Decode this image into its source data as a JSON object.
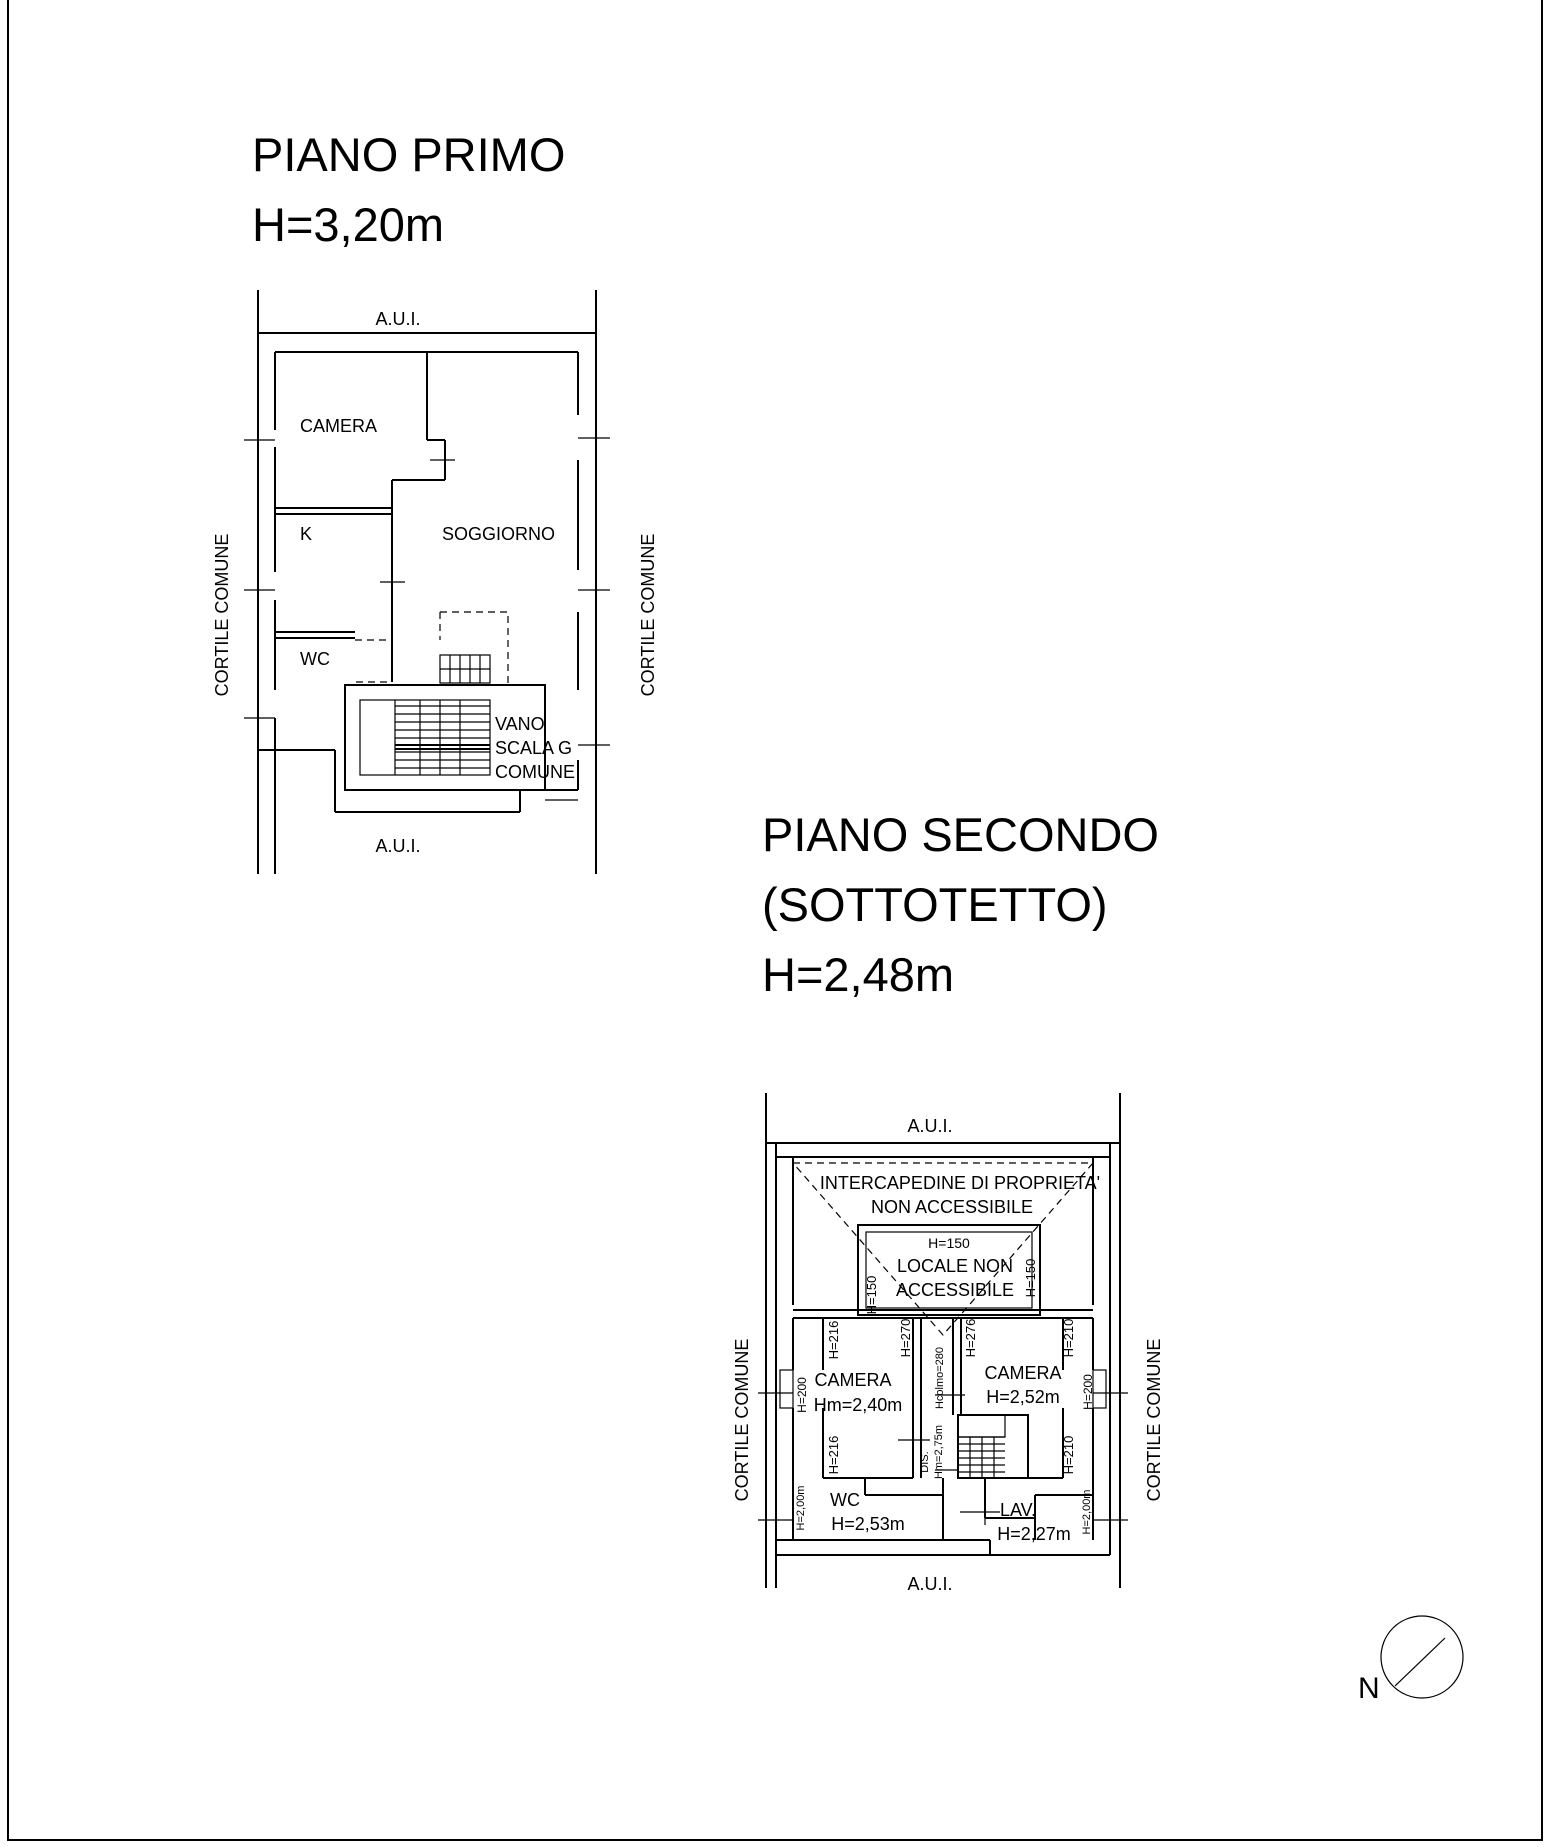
{
  "sheet": {
    "border_color": "#000000",
    "background": "#ffffff"
  },
  "first_floor": {
    "title": "PIANO PRIMO",
    "height": "H=3,20m",
    "label_top": "A.U.I.",
    "label_bottom": "A.U.I.",
    "label_left": "CORTILE COMUNE",
    "label_right": "CORTILE COMUNE",
    "rooms": {
      "camera": "CAMERA",
      "k": "K",
      "soggiorno": "SOGGIORNO",
      "wc": "WC",
      "vano_line1": "VANO",
      "vano_line2": "SCALA G",
      "vano_line3": "COMUNE"
    }
  },
  "second_floor": {
    "title_line1": "PIANO SECONDO",
    "title_line2": "(SOTTOTETTO)",
    "height": "H=2,48m",
    "label_top": "A.U.I.",
    "label_bottom": "A.U.I.",
    "label_left": "CORTILE COMUNE",
    "label_right": "CORTILE COMUNE",
    "rooms": {
      "intercapedine_line1": "INTERCAPEDINE DI PROPRIETA'",
      "intercapedine_line2": "NON ACCESSIBILE",
      "locale_line1": "LOCALE NON",
      "locale_line2": "ACCESSIBILE",
      "camera_left": "CAMERA",
      "camera_left_h": "Hm=2,40m",
      "camera_right": "CAMERA",
      "camera_right_h": "H=2,52m",
      "wc": "WC",
      "wc_h": "H=2,53m",
      "lav": "LAV.",
      "lav_h": "H=2,27m",
      "dis": "DIS.",
      "dis_h": "Hm=2,75m"
    },
    "small_labels": {
      "h150_top": "H=150",
      "h150_left": "H=150",
      "h150_right": "H=150",
      "h216_a": "H=216",
      "h270": "H=270",
      "h276": "H=276",
      "h210_a": "H=210",
      "h200_left": "H=200",
      "h200_right": "H=200",
      "hcolmo": "Hcolmo=280",
      "h216_b": "H=216",
      "h210_b": "H=210",
      "h200m_left": "H=2,00m",
      "h200m_right": "H=2,00m"
    }
  },
  "compass": {
    "label": "N"
  }
}
